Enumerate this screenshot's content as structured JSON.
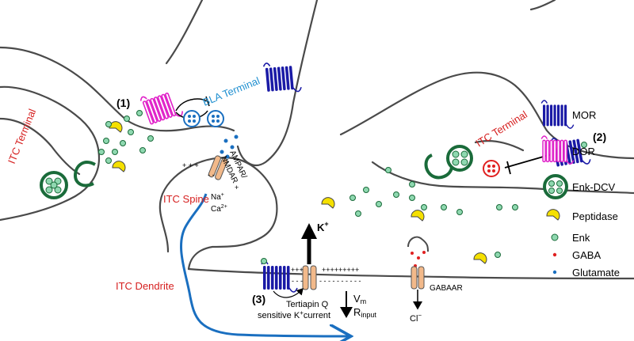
{
  "labels": {
    "itc_terminal_left": "ITC Terminal",
    "bla_terminal": "BLA Terminal",
    "itc_spine": "ITC Spine",
    "itc_dendrite": "ITC Dendrite",
    "itc_terminal_right": "ITC Terminal",
    "ampar": "AMPAR/",
    "nmdar": "NMDAR",
    "na": "Na",
    "ca": "Ca",
    "gabaar": "GABAAR",
    "cl": "Cl",
    "k": "K",
    "tertiapin_line1": "Tertiapin Q",
    "tertiapin_line2": "sensitive K",
    "tertiapin_line2_end": "current",
    "vm": "V",
    "vm_sub": "m",
    "rinput": "R",
    "rinput_sub": "input"
  },
  "markers": {
    "m1": "(1)",
    "m2": "(2)",
    "m3": "(3)"
  },
  "legend": [
    {
      "key": "mor",
      "label": "MOR"
    },
    {
      "key": "dor",
      "label": "DOR"
    },
    {
      "key": "enk_dcv",
      "label": "Enk-DCV"
    },
    {
      "key": "peptidase",
      "label": "Peptidase"
    },
    {
      "key": "enk",
      "label": "Enk"
    },
    {
      "key": "gaba",
      "label": "GABA"
    },
    {
      "key": "glutamate",
      "label": "Glutamate"
    }
  ],
  "colors": {
    "mor": "#1a1aa6",
    "dor": "#e020c8",
    "enk_green": "#1a6b3a",
    "enk_fill": "#8fd8b0",
    "peptidase": "#f5e000",
    "gaba": "#e02020",
    "glutamate": "#1a6fc0",
    "red_label": "#d62020",
    "blue_label": "#1f8fd0",
    "receptor": "#f2b98a"
  }
}
